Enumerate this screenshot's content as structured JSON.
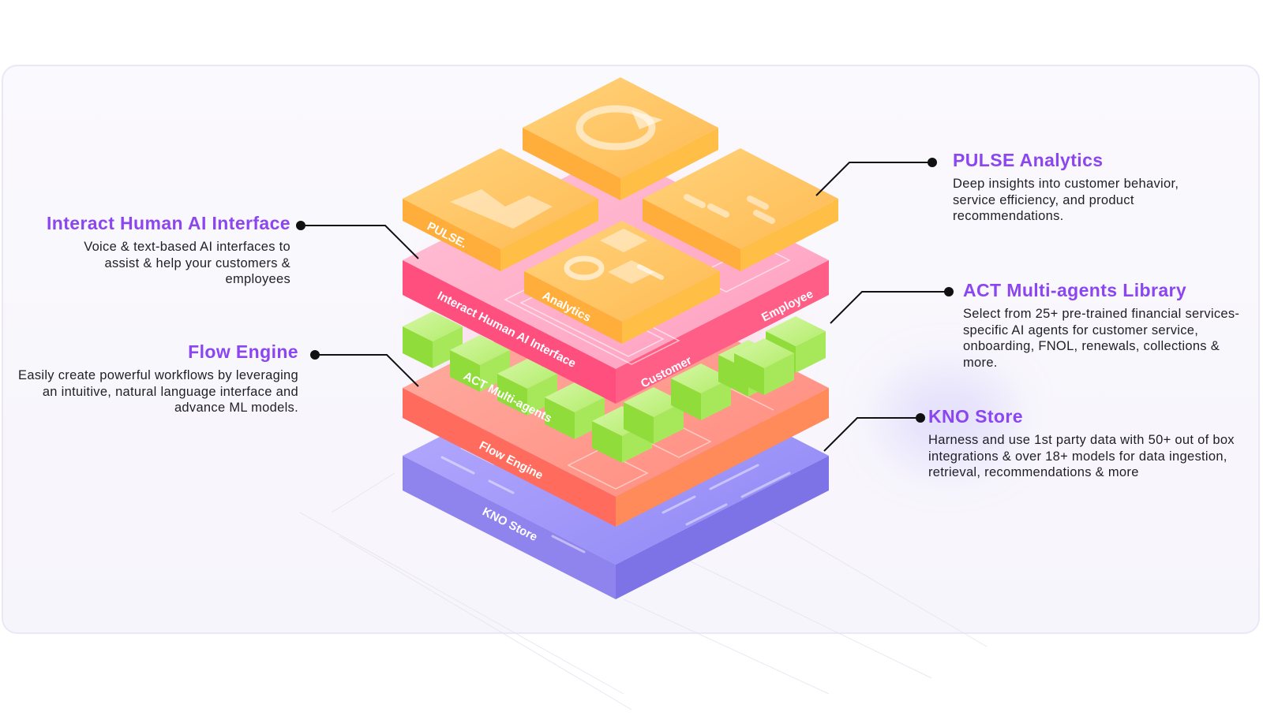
{
  "callouts": {
    "interact": {
      "title": "Interact Human AI Interface",
      "desc": "Voice & text-based AI interfaces to assist & help your customers & employees"
    },
    "flow": {
      "title": "Flow Engine",
      "desc": "Easily create powerful workflows by leveraging an intuitive, natural language interface and advance ML models."
    },
    "pulse": {
      "title": "PULSE Analytics",
      "desc": "Deep insights into customer behavior, service efficiency, and product recommendations."
    },
    "act": {
      "title": "ACT Multi-agents Library",
      "desc": "Select from 25+ pre-trained financial services-specific AI agents for customer service, onboarding, FNOL, renewals, collections & more."
    },
    "kno": {
      "title": "KNO Store",
      "desc": "Harness and use 1st party data with 50+ out of box integrations & over 18+ models for data ingestion, retrieval, recommendations & more"
    }
  },
  "layer_labels": {
    "pulse": "PULSE.",
    "analytics": "Analytics",
    "interact": "Interact Human AI Interface",
    "customer": "Customer",
    "employee": "Employee",
    "act": "ACT Multi-agents",
    "flow": "Flow Engine",
    "kno": "KNO Store"
  },
  "colors": {
    "accent_title": "#8b46f0",
    "kno_layer": "#a79cff",
    "flow_layer": "#ff7f73",
    "act_cubes": "#9ee04a",
    "interact_layer": "#ff5f8e",
    "pulse_tiles": "#ffc35a"
  }
}
